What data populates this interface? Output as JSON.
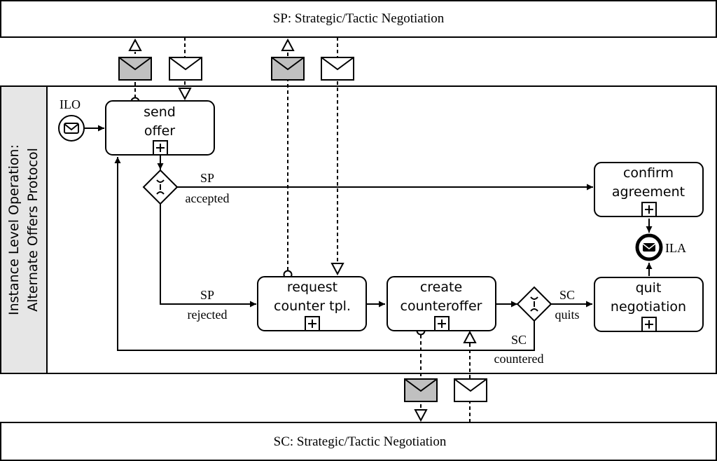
{
  "pools": {
    "top_label": "SP: Strategic/Tactic Negotiation",
    "bottom_label": "SC: Strategic/Tactic Negotiation",
    "main_label_line1": "Instance Level Operation:",
    "main_label_line2": "Alternate Offers Protocol"
  },
  "events": {
    "start_label": "ILO",
    "end_label": "ILA"
  },
  "tasks": {
    "send_offer": [
      "send",
      "offer"
    ],
    "confirm_agreement": [
      "confirm",
      "agreement"
    ],
    "request_counter": [
      "request",
      "counter tpl."
    ],
    "create_counteroffer": [
      "create",
      "counteroffer"
    ],
    "quit_negotiation": [
      "quit",
      "negotiation"
    ]
  },
  "flows": {
    "sp_accepted": [
      "SP",
      "accepted"
    ],
    "sp_rejected": [
      "SP",
      "rejected"
    ],
    "sc_quits": [
      "SC",
      "quits"
    ],
    "sc_countered": [
      "SC",
      "countered"
    ]
  },
  "colors": {
    "stroke": "#000000",
    "lane_fill": "#e6e6e6",
    "filled_envelope": "#c0c0c0"
  }
}
